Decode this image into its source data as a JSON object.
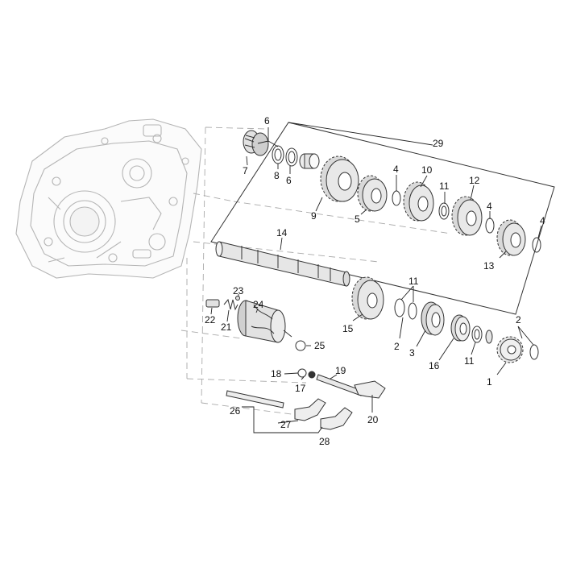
{
  "colors": {
    "line": "#333333",
    "ghost": "#b5b5b5",
    "fill": "#d9d9d9",
    "dark": "#9a9a9a"
  },
  "callouts": {
    "c1": "1",
    "c2a": "2",
    "c2b": "2",
    "c3": "3",
    "c4a": "4",
    "c4b": "4",
    "c4c": "4",
    "c5": "5",
    "c6a": "6",
    "c6b": "6",
    "c7": "7",
    "c8": "8",
    "c9": "9",
    "c10": "10",
    "c11a": "11",
    "c11b": "11",
    "c11c": "11",
    "c12": "12",
    "c13": "13",
    "c14": "14",
    "c15": "15",
    "c16": "16",
    "c17": "17",
    "c18": "18",
    "c19": "19",
    "c20": "20",
    "c21": "21",
    "c22": "22",
    "c23": "23",
    "c24": "24",
    "c25": "25",
    "c26": "26",
    "c27": "27",
    "c28": "28",
    "c29": "29"
  },
  "icons": {
    "crankcase": "crankcase-half-icon",
    "gear": "gear-icon",
    "shaft": "shaft-icon",
    "ring": "circlip-icon"
  }
}
